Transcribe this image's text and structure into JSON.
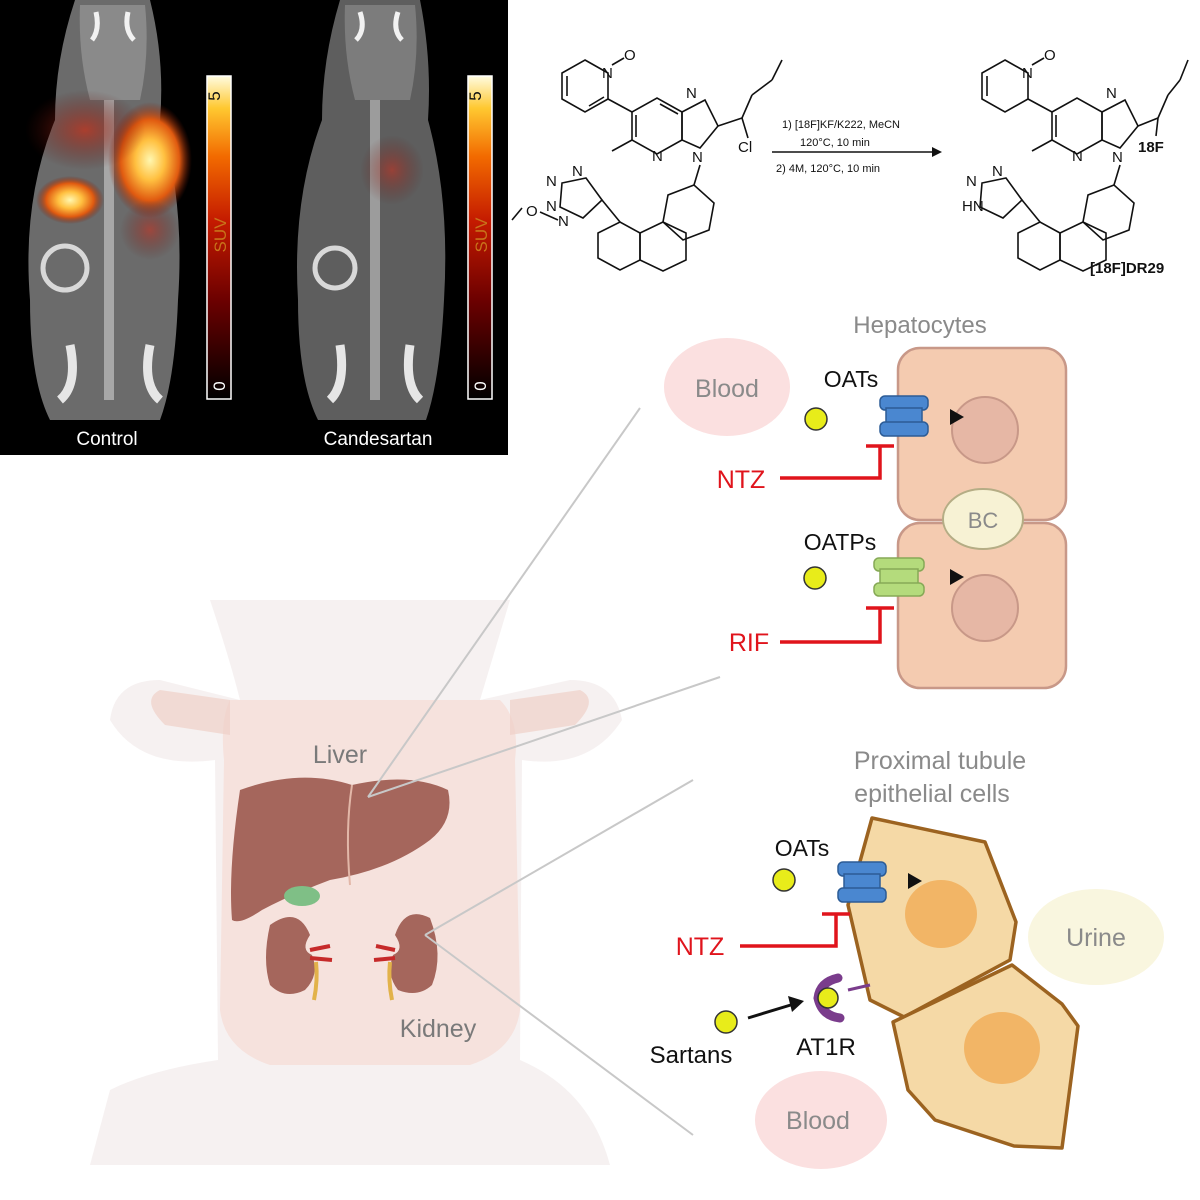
{
  "pet_panel": {
    "scale_bar_label": "SUV",
    "scale_min": "0",
    "scale_max": "5",
    "images": [
      {
        "caption": "Control"
      },
      {
        "caption": "Candesartan"
      }
    ]
  },
  "synthesis": {
    "step1": "1) [18F]KF/K222, MeCN",
    "step1_conditions": "120°C, 10 min",
    "step2": "2) 4M, 120°C, 10 min",
    "leaving_group": "Cl",
    "isotope_label": "18F",
    "product_name": "[18F]DR29",
    "atoms": {
      "n": "N",
      "o": "O",
      "hn": "HN"
    }
  },
  "liver_panel": {
    "title": "Hepatocytes",
    "blood_label": "Blood",
    "transporter1": "OATs",
    "inhibitor1": "NTZ",
    "bile_canaliculus": "BC",
    "transporter2": "OATPs",
    "inhibitor2": "RIF"
  },
  "body_panel": {
    "liver_label": "Liver",
    "kidney_label": "Kidney"
  },
  "kidney_panel": {
    "title_line1": "Proximal tubule",
    "title_line2": "epithelial cells",
    "transporter": "OATs",
    "inhibitor": "NTZ",
    "urine_label": "Urine",
    "sartans_label": "Sartans",
    "receptor_label": "AT1R",
    "blood_label": "Blood"
  },
  "colors": {
    "inhibitor_red": "#e0141c",
    "tracer_yellow": "#e8ec1a",
    "oat_blue": "#4a87d0",
    "oatp_green": "#b4db7c",
    "hepatocyte_fill": "#f4cbb0",
    "tubule_fill": "#f5d9a6",
    "liver_brown": "#a5665c",
    "label_gray": "#8a8a8a"
  }
}
